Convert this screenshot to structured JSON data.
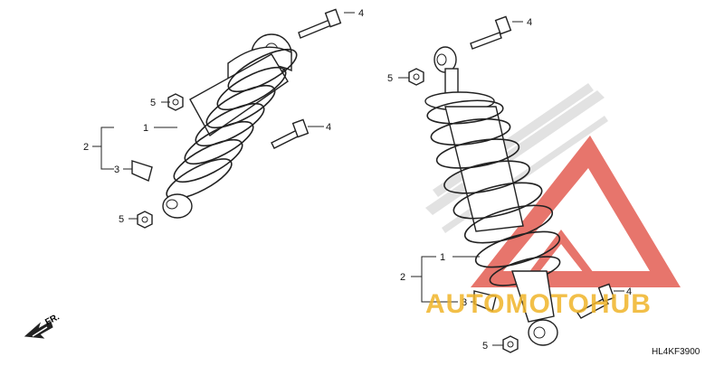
{
  "diagram": {
    "code": "HL4KF3900",
    "front_label": "FR.",
    "callouts_left": [
      "4",
      "5",
      "1",
      "2",
      "3",
      "4",
      "5"
    ],
    "callouts_right": [
      "4",
      "5",
      "1",
      "2",
      "3",
      "4",
      "5"
    ]
  },
  "watermark": {
    "brand": "AUTOMOTOHUB",
    "colors": {
      "logo": "#e0473b",
      "text": "#f0b429",
      "hub": "#2e2e2e"
    }
  }
}
